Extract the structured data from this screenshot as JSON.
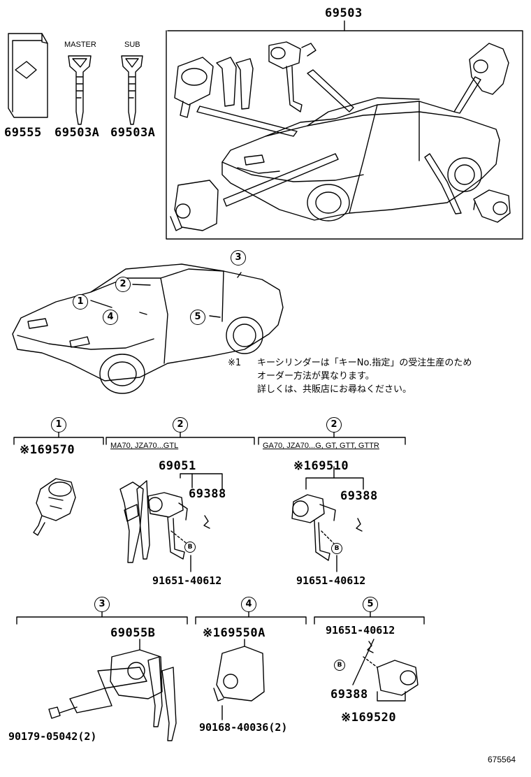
{
  "top": {
    "assembly_number": "69503",
    "items": [
      {
        "part": "69555"
      },
      {
        "label": "MASTER",
        "part": "69503A"
      },
      {
        "label": "SUB",
        "part": "69503A"
      }
    ]
  },
  "locator": {
    "callouts": [
      "1",
      "2",
      "3",
      "4",
      "5"
    ]
  },
  "note": {
    "mark": "※1",
    "lines": [
      "キーシリンダーは「キーNo.指定」の受注生産のため",
      "オーダー方法が異なります。",
      "詳しくは、共販店にお尋ねください。"
    ]
  },
  "sections": {
    "s1": {
      "num": "1",
      "part": "※169570"
    },
    "s2a": {
      "num": "2",
      "condition": "MA70, JZA70...GTL",
      "part_main": "69051",
      "part_clip": "69388",
      "bolt_mark": "B",
      "bolt": "91651-40612"
    },
    "s2b": {
      "num": "2",
      "condition": "GA70, JZA70...G, GT, GTT, GTTR",
      "part_main": "※169510",
      "part_clip": "69388",
      "bolt_mark": "B",
      "bolt": "91651-40612"
    },
    "s3": {
      "num": "3",
      "part_main": "69055B",
      "part_screw": "90179-05042(2)"
    },
    "s4": {
      "num": "4",
      "part_main": "※169550A",
      "part_screw": "90168-40036(2)"
    },
    "s5": {
      "num": "5",
      "bolt": "91651-40612",
      "bolt_mark": "B",
      "part_clip": "69388",
      "part_main": "※169520"
    }
  },
  "footer": {
    "code": "675564"
  }
}
